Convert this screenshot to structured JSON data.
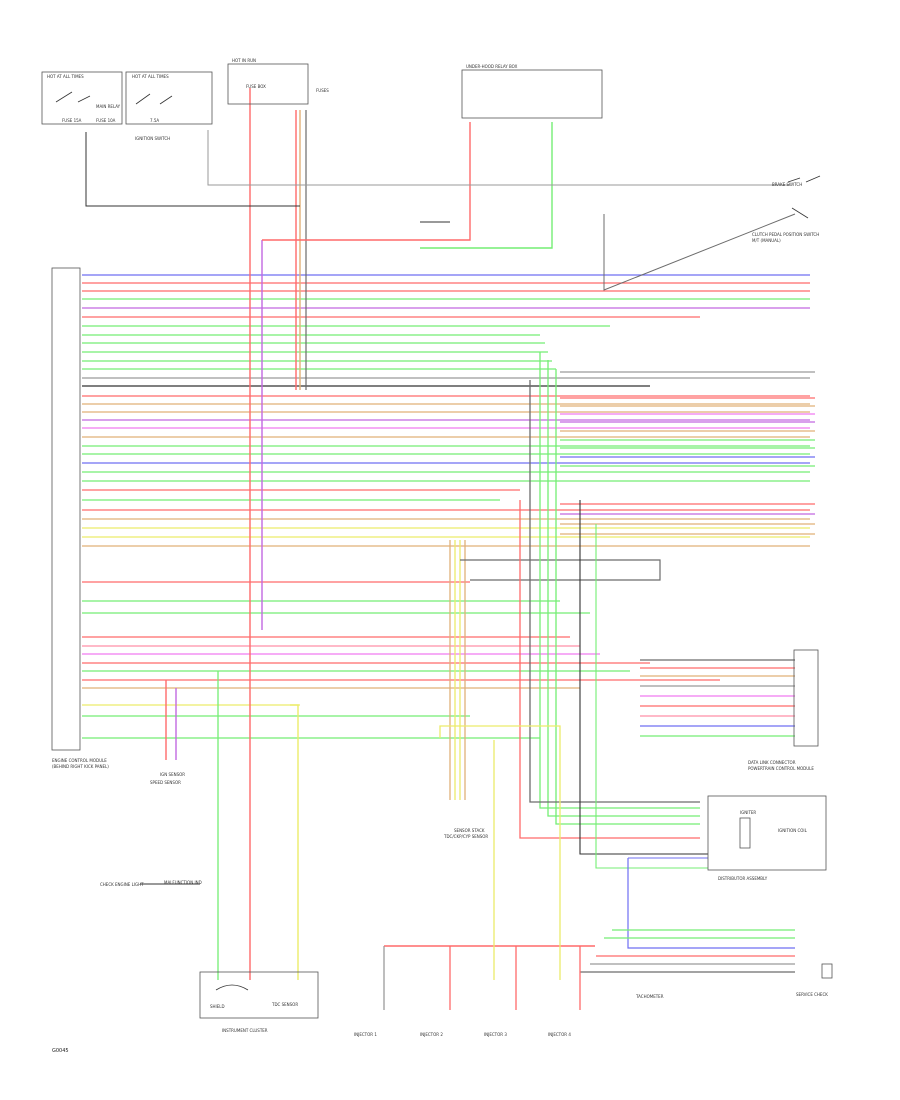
{
  "colors": {
    "red": "#ff6a6a",
    "pink": "#ff8fa6",
    "green": "#74ee74",
    "blue": "#6f6ff2",
    "purple": "#c268e0",
    "magenta": "#f07af0",
    "tan": "#e0b078",
    "yellow": "#ecec6a",
    "gray": "#9a9a9a",
    "darkgray": "#6c6c6c",
    "black": "#333333"
  },
  "labels": {
    "hot_in_run_1": "HOT AT ALL TIMES",
    "hot_in_run_2": "HOT AT ALL TIMES",
    "main_relay": "MAIN RELAY",
    "fuse_box": "FUSE BOX",
    "ignition_switch": "IGNITION SWITCH",
    "hot_in_run_top": "HOT IN RUN",
    "underhood_box": "UNDER-HOOD RELAY BOX",
    "fuses_left_top": "FUSE 15A",
    "fuses_left_mid": "FUSE 10A",
    "fuses_left_bot": "7.5A",
    "underhood_fuses": "FUSES",
    "brake_switch": "BRAKE SWITCH",
    "clutch_switch": "CLUTCH PEDAL POSITION SWITCH",
    "clutch_detail": "M/T (MANUAL)",
    "ecm": "ENGINE CONTROL MODULE",
    "ecm_detail": "(BEHIND RIGHT KICK PANEL)",
    "pcm_label": "POWERTRAIN CONTROL MODULE",
    "igniter": "IGNITER",
    "sensor_tdc": "TDC/CKP/CYP SENSOR",
    "distributor": "DISTRIBUTOR ASSEMBLY",
    "ignition_coil": "IGNITION COIL",
    "tachometer": "TACHOMETER",
    "injector_1": "INJECTOR 1",
    "injector_2": "INJECTOR 2",
    "injector_3": "INJECTOR 3",
    "injector_4": "INJECTOR 4",
    "check_engine": "CHECK ENGINE LIGHT",
    "instrument_cluster": "INSTRUMENT CLUSTER",
    "malfunction_ind": "MALFUNCTION IND",
    "speed_sensor": "SPEED SENSOR",
    "data_link": "DATA LINK CONNECTOR",
    "ign_sensor": "IGN SENSOR",
    "shield": "SHIELD",
    "service_check": "SERVICE CHECK",
    "tdc_sensor": "TDC SENSOR",
    "stack_label": "SENSOR STACK",
    "footer_code": "G0045"
  }
}
